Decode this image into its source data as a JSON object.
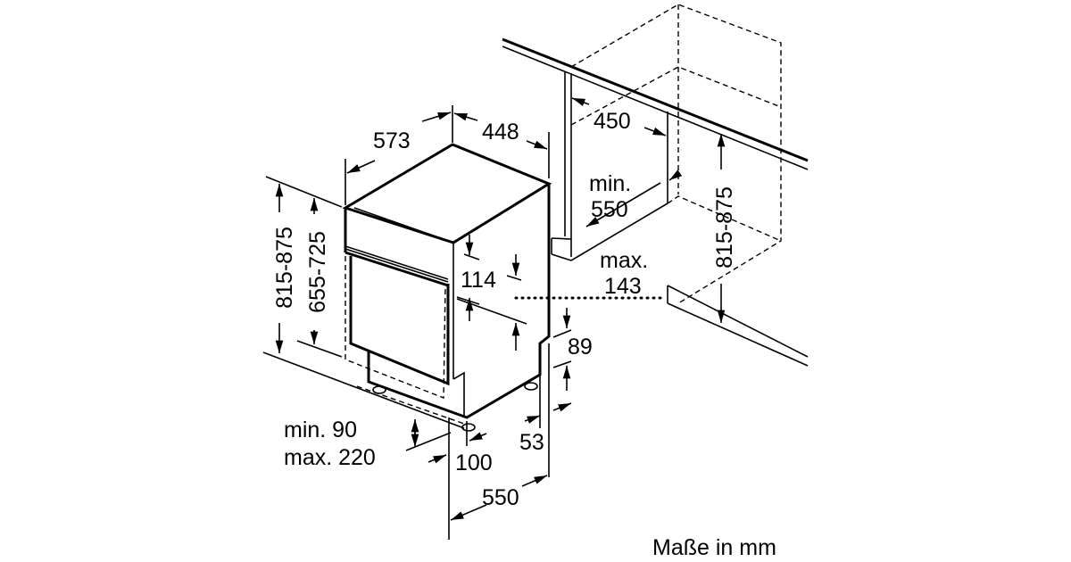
{
  "dimensions": {
    "width_top": "448",
    "depth_top": "573",
    "niche_width": "450",
    "niche_depth_line1": "min.",
    "niche_depth_line2": "550",
    "max_line1": "max.",
    "max_line2": "143",
    "panel": "114",
    "plinth": "89",
    "height_left": "815-875",
    "door_height": "655-725",
    "height_right": "815-875",
    "plinth_h_line1": "min. 90",
    "plinth_h_line2": "max. 220",
    "foot": "100",
    "recess": "53",
    "depth_bottom": "550"
  },
  "caption": "Maße in mm"
}
